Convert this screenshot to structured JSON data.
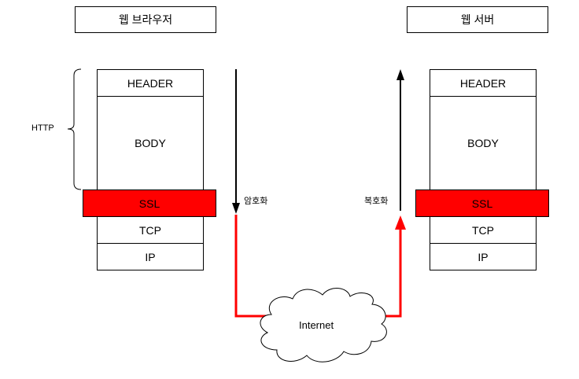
{
  "browser": {
    "title": "웹 브라우저",
    "layers": {
      "header": "HEADER",
      "body": "BODY",
      "ssl": "SSL",
      "tcp": "TCP",
      "ip": "IP"
    }
  },
  "server": {
    "title": "웹 서버",
    "layers": {
      "header": "HEADER",
      "body": "BODY",
      "ssl": "SSL",
      "tcp": "TCP",
      "ip": "IP"
    }
  },
  "http_label": "HTTP",
  "encrypt_label": "암호화",
  "decrypt_label": "복호화",
  "cloud_label": "Internet",
  "colors": {
    "ssl": "#ff0000",
    "path": "#ff0000"
  }
}
